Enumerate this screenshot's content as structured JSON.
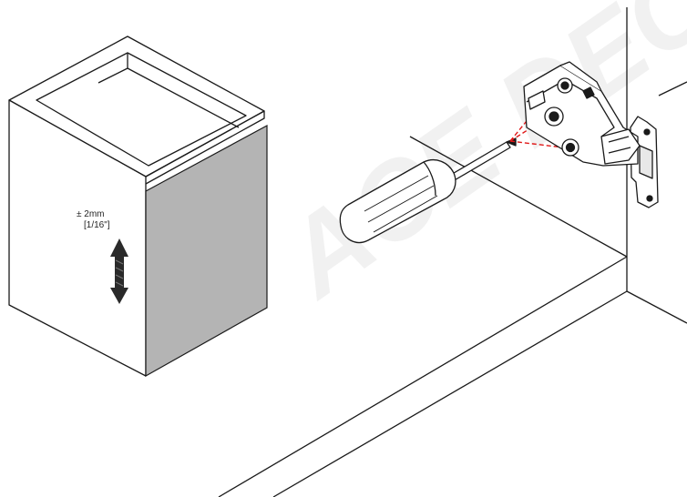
{
  "adjustment": {
    "tolerance_mm": "± 2mm",
    "tolerance_in": "[1/16\"]"
  },
  "watermark": {
    "text": "ACE DECOR"
  },
  "colors": {
    "door_panel": "#b4b4b4",
    "line": "#1a1a1a",
    "arrow": "#2a2a2a",
    "laser": "#e01818",
    "screwdriver_handle": "#ffffff"
  },
  "icons": [
    "double-headed-vertical-arrow-icon",
    "screwdriver-icon",
    "concealed-hinge-icon"
  ]
}
